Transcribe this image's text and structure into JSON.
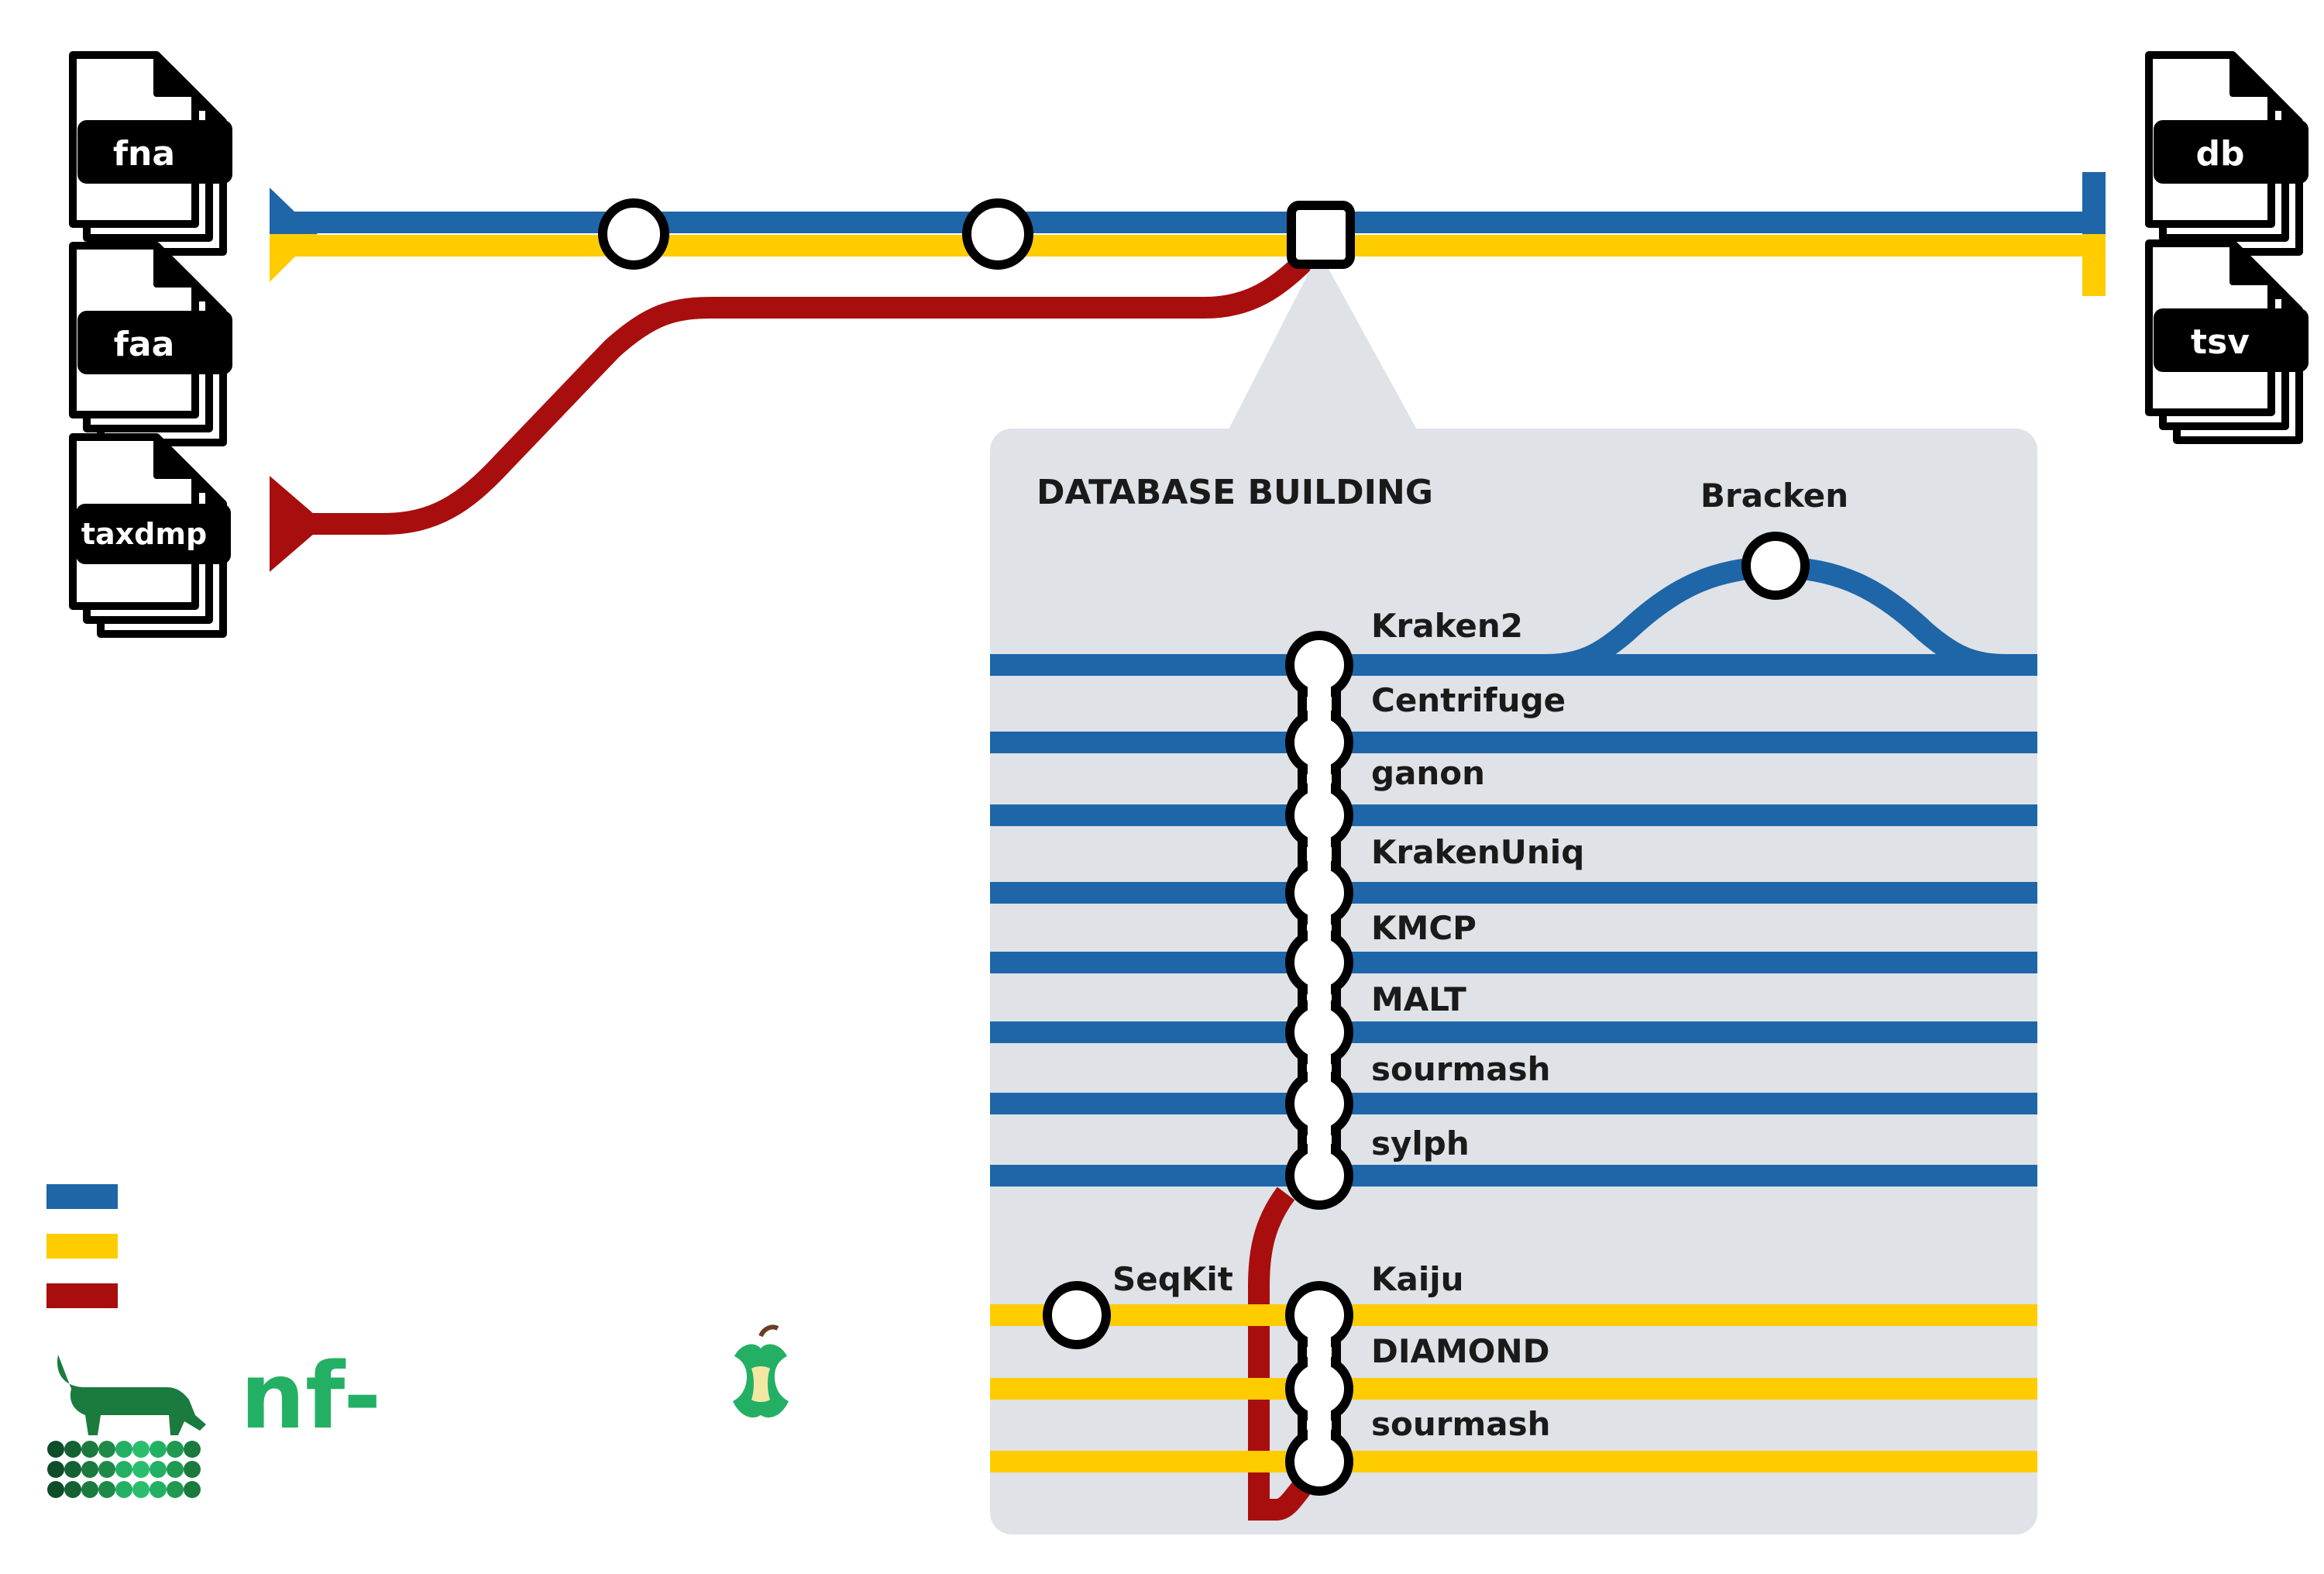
{
  "colors": {
    "blue": "#1E66A8",
    "yellow": "#FFCC00",
    "red": "#A80E0E",
    "panel": "#DFE2E7",
    "nf_green": "#24B064"
  },
  "inputs": {
    "files": [
      {
        "label": "fna"
      },
      {
        "label": "faa"
      },
      {
        "label": "taxdmp"
      }
    ]
  },
  "outputs": {
    "files": [
      {
        "label": "db"
      },
      {
        "label": "tsv"
      }
    ]
  },
  "panel": {
    "title": "DATABASE BUILDING"
  },
  "nucleotide_tools": [
    {
      "label": "Kraken2"
    },
    {
      "label": "Centrifuge"
    },
    {
      "label": "ganon"
    },
    {
      "label": "KrakenUniq"
    },
    {
      "label": "KMCP"
    },
    {
      "label": "MALT"
    },
    {
      "label": "sourmash"
    },
    {
      "label": "sylph"
    }
  ],
  "branch_tool": {
    "label": "Bracken"
  },
  "protein_tools": [
    {
      "label": "Kaiju"
    },
    {
      "label": "DIAMOND"
    },
    {
      "label": "sourmash"
    }
  ],
  "preprocess_tool": {
    "label": "SeqKit"
  },
  "logo": {
    "text": "nf-"
  }
}
